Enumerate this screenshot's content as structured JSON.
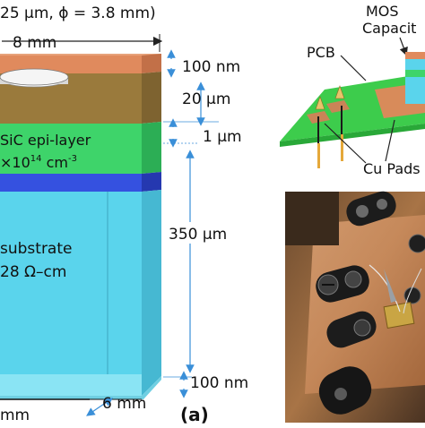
{
  "figure": {
    "top_caption": "25 µm, ϕ = 3.8 mm)",
    "width_label": "8 mm",
    "depth_label": "6 mm",
    "bottom_partial_label": "mm",
    "panel_label": "(a)"
  },
  "layer_labels": {
    "thickness_top": "100 nm",
    "thickness_epi": "20 µm",
    "thickness_buffer": "1 µm",
    "thickness_substrate": "350 µm",
    "thickness_bottom": "100 nm",
    "epi_name": "SiC epi-layer",
    "epi_doping": "×10",
    "epi_doping_exp": "14",
    "epi_doping_unit": " cm",
    "epi_doping_unit_exp": "-3",
    "substrate_name": "substrate",
    "substrate_resistivity": "28 Ω–cm"
  },
  "device_labels": {
    "mos": "MOS",
    "capacitor": "Capacit",
    "pcb": "PCB",
    "cu_pads": "Cu Pads"
  },
  "colors": {
    "top_metal": "#d9855a",
    "epi": "#3ed46a",
    "buffer": "#3551e0",
    "substrate": "#56d2ec",
    "bottom_metal": "#8fe6f5",
    "pcb": "#39c84a",
    "pad": "#c98457",
    "dim_arrow": "#3a8fd8"
  }
}
